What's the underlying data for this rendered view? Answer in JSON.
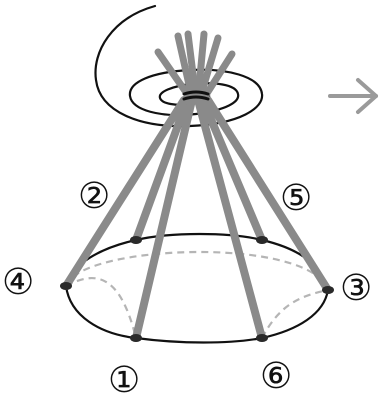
{
  "labels": {
    "pole_1": "①",
    "pole_2": "②",
    "pole_3": "③",
    "pole_4": "④",
    "pole_5": "⑤",
    "pole_6": "⑥"
  },
  "colors": {
    "pole": "#8a8a8a",
    "outline": "#111111",
    "dashed_back": "#b5b5b5",
    "arrow": "#9a9a9a",
    "foot": "#2a2a2a"
  },
  "icons": {
    "next_step": "arrow-right-icon"
  }
}
